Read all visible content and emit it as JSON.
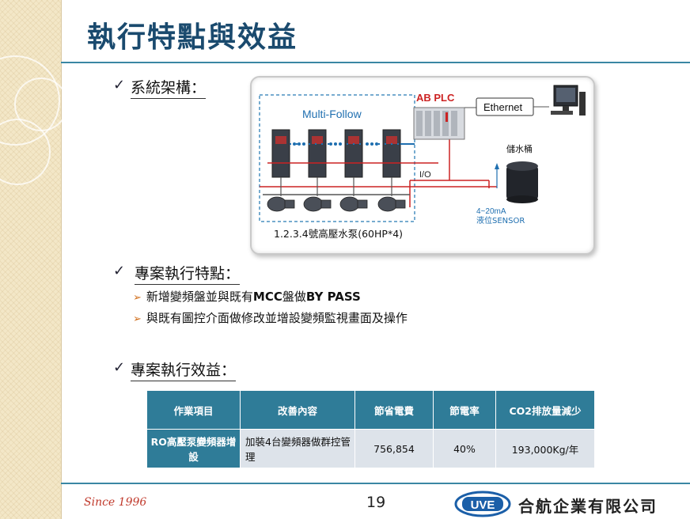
{
  "slide": {
    "title": "執行特點與效益",
    "page_number": "19",
    "since_text": "Since 1996",
    "company_name": "合航企業有限公司",
    "logo_text": "UVE"
  },
  "sections": {
    "architecture": "系統架構：",
    "features": "專案執行特點：",
    "benefits": "專案執行效益："
  },
  "features": [
    {
      "prefix": "新增變頻盤並與既有",
      "bold": "MCC",
      "middle": "盤做",
      "bold2": "BY PASS"
    },
    {
      "text": "與既有圖控介面做修改並增設變頻監視畫面及操作"
    }
  ],
  "diagram": {
    "multi_follow": "Multi-Follow",
    "plc": "AB PLC",
    "ethernet": "Ethernet",
    "tank": "儲水桶",
    "io": "I/O",
    "sensor_line1": "4~20mA",
    "sensor_line2": "液位SENSOR",
    "pumps_caption": "1.2.3.4號高壓水泵(60HP*4)"
  },
  "table": {
    "headers": [
      "作業項目",
      "改善內容",
      "節省電費",
      "節電率",
      "CO2排放量減少"
    ],
    "rows": [
      [
        "RO高壓泵變頻器增設",
        "加裝4台變頻器做群控管理",
        "756,854",
        "40%",
        "193,000Kg/年"
      ]
    ]
  },
  "colors": {
    "title": "#1a4a6e",
    "accent_line": "#3a87a3",
    "table_header": "#2f7c98",
    "table_cell": "#dde3ea",
    "bullet_arrow": "#d16f1c",
    "since": "#c0392b",
    "logo_blue": "#1b5fa8"
  }
}
